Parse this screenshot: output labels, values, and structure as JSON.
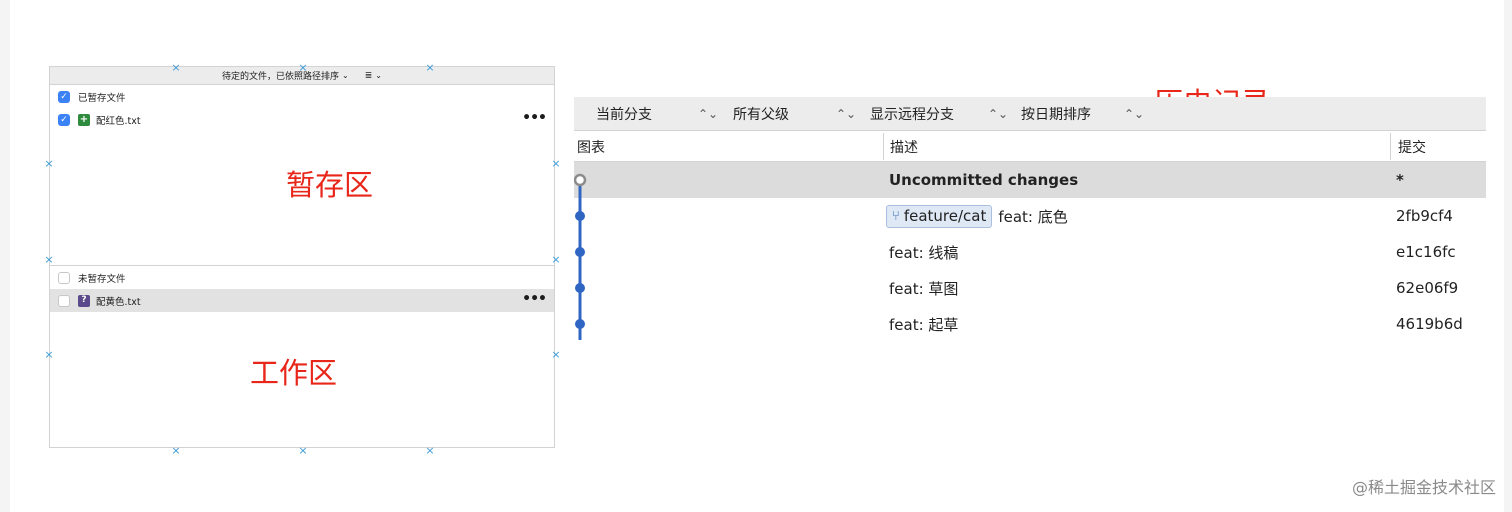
{
  "staging_panel": {
    "toolbar": {
      "sort_label": "待定的文件，已依照路径排序",
      "chevron": "⌄",
      "list_icon": "≣"
    },
    "staged": {
      "header": "已暂存文件",
      "files": [
        {
          "name": "配红色.txt",
          "status_icon": "+"
        }
      ]
    },
    "unstaged": {
      "header": "未暂存文件",
      "files": [
        {
          "name": "配黄色.txt",
          "status_icon": "?"
        }
      ]
    },
    "more_label": "•••",
    "staging_area_label": "暂存区",
    "working_area_label": "工作区"
  },
  "history": {
    "title": "历史记录",
    "toolbar": {
      "branch_filter": "当前分支",
      "parents_filter": "所有父级",
      "remote_filter": "显示远程分支",
      "sort": "按日期排序",
      "updown": "⌃⌄"
    },
    "columns": {
      "graph": "图表",
      "description": "描述",
      "commit": "提交"
    },
    "rows": [
      {
        "branch": "",
        "description": "Uncommitted changes",
        "commit": "*"
      },
      {
        "branch": "feature/cat",
        "description": "feat: 底色",
        "commit": "2fb9cf4"
      },
      {
        "branch": "",
        "description": "feat: 线稿",
        "commit": "e1c16fc"
      },
      {
        "branch": "",
        "description": "feat: 草图",
        "commit": "62e06f9"
      },
      {
        "branch": "",
        "description": "feat: 起草",
        "commit": "4619b6d"
      }
    ]
  },
  "watermark": "@稀土掘金技术社区",
  "colors": {
    "annotation_red": "#e8261a",
    "graph_blue": "#2f66c4",
    "checkbox_blue": "#3b82f6",
    "handle_blue": "#3a9bd8"
  }
}
